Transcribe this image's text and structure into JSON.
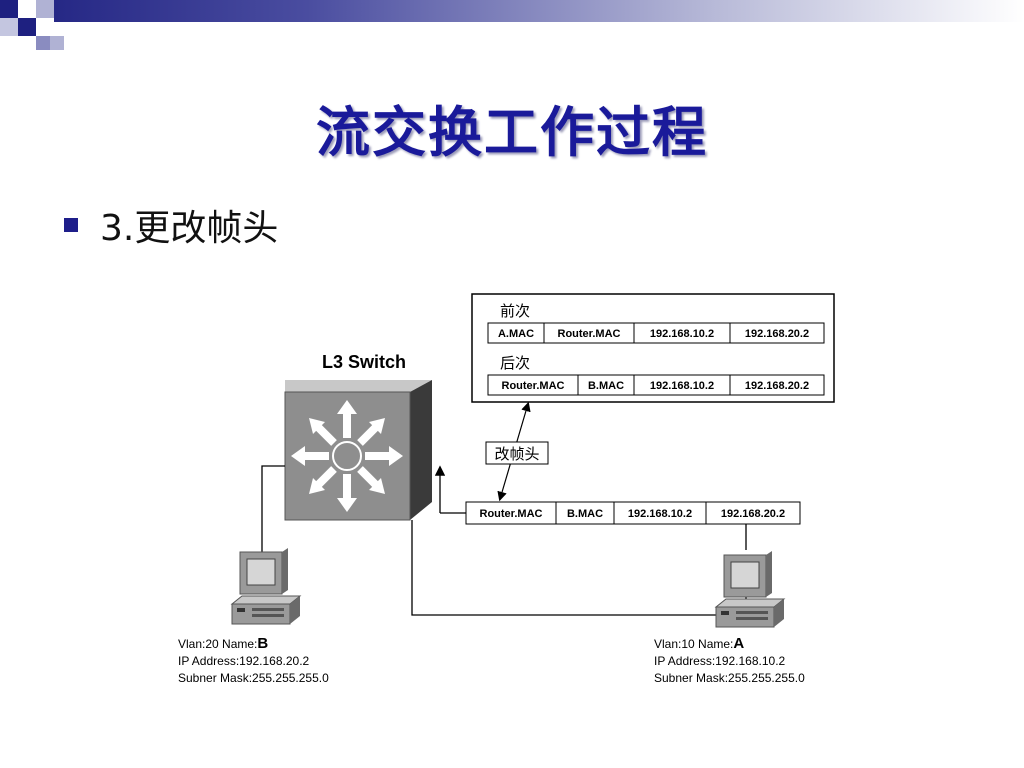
{
  "slide": {
    "title": "流交换工作过程",
    "bullet": "3.更改帧头"
  },
  "colors": {
    "title": "#1a1a9a",
    "accent": "#1e2080"
  },
  "diagram": {
    "switch_label": "L3 Switch",
    "before_label": "前次",
    "after_label": "后次",
    "before_frame": [
      "A.MAC",
      "Router.MAC",
      "192.168.10.2",
      "192.168.20.2"
    ],
    "after_frame": [
      "Router.MAC",
      "B.MAC",
      "192.168.10.2",
      "192.168.20.2"
    ],
    "current_frame": [
      "Router.MAC",
      "B.MAC",
      "192.168.10.2",
      "192.168.20.2"
    ],
    "rewrite_label": "改帧头",
    "host_b": {
      "vlan_name": "Vlan:20   Name:",
      "name": "B",
      "ip": "IP Address:192.168.20.2",
      "mask": "Subner Mask:255.255.255.0"
    },
    "host_a": {
      "vlan_name": "Vlan:10   Name:",
      "name": "A",
      "ip": "IP Address:192.168.10.2",
      "mask": "Subner Mask:255.255.255.0"
    }
  }
}
